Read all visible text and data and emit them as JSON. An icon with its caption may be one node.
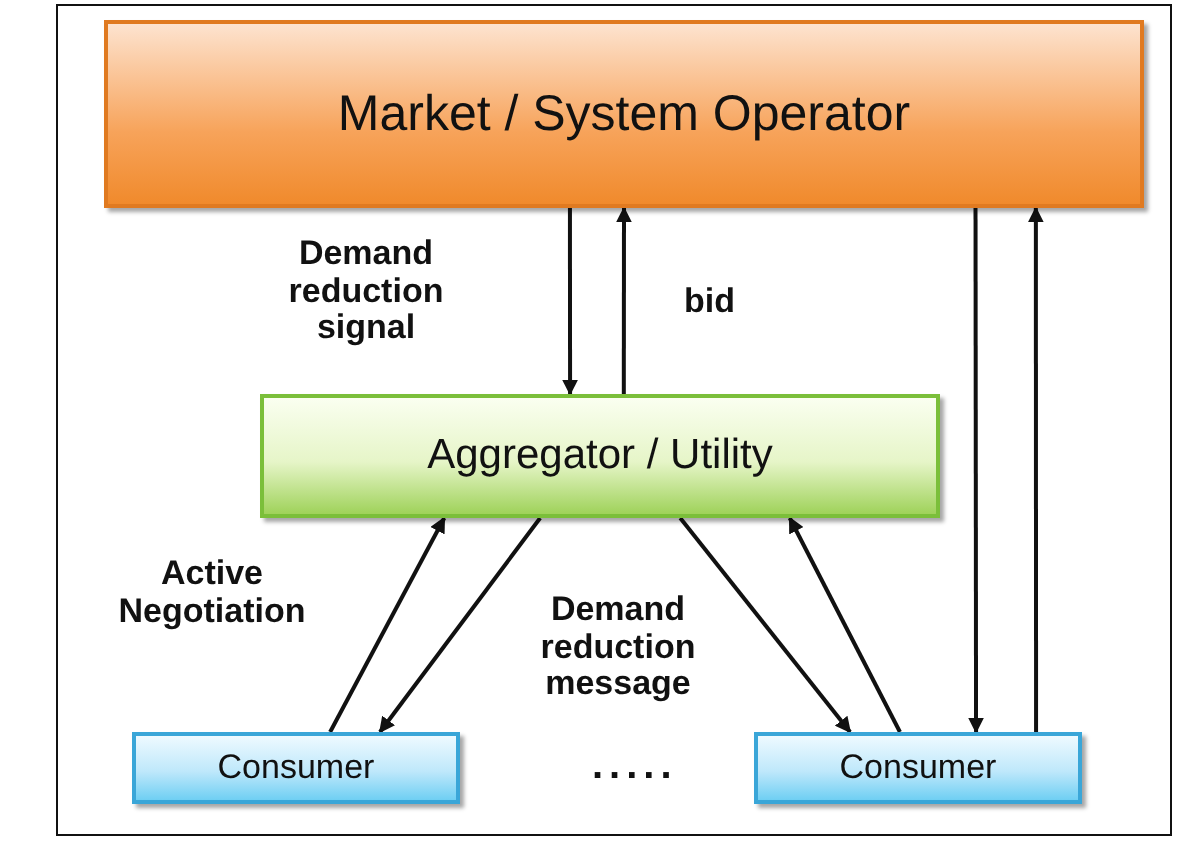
{
  "diagram": {
    "nodes": [
      {
        "text": [
          "Market / System Operator"
        ]
      },
      {
        "text": [
          "Aggregator / Utility"
        ]
      },
      {
        "text": [
          "Consumer"
        ]
      },
      {
        "text": [
          "Consumer"
        ]
      }
    ],
    "edges": [
      {
        "from": 0,
        "to": 1,
        "arrow": "to",
        "label": "Demand reduction signal"
      },
      {
        "from": 1,
        "to": 0,
        "arrow": "to",
        "label": "bid"
      },
      {
        "from": 2,
        "to": 1,
        "arrow": "to",
        "label": "Active Negotiation"
      },
      {
        "from": 1,
        "to": 2,
        "arrow": "to",
        "label": "Demand reduction message"
      },
      {
        "from": 1,
        "to": 3,
        "arrow": "to"
      },
      {
        "from": 3,
        "to": 1,
        "arrow": "to"
      },
      {
        "from": 0,
        "to": 3,
        "arrow": "to"
      },
      {
        "from": 3,
        "to": 0,
        "arrow": "to"
      }
    ],
    "labels": [
      "....."
    ]
  }
}
